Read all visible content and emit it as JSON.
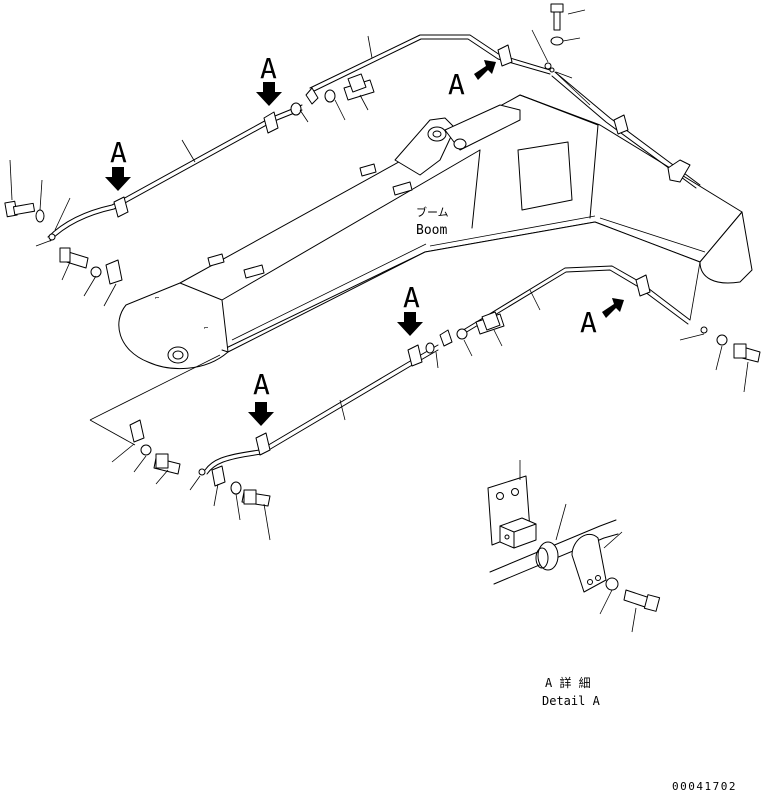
{
  "labels": {
    "boom_jp": "ブーム",
    "boom_en": "Boom",
    "view_mark": "A",
    "detail_jp": "A 詳 細",
    "detail_en": "Detail A",
    "drawing_number": "00041702"
  }
}
